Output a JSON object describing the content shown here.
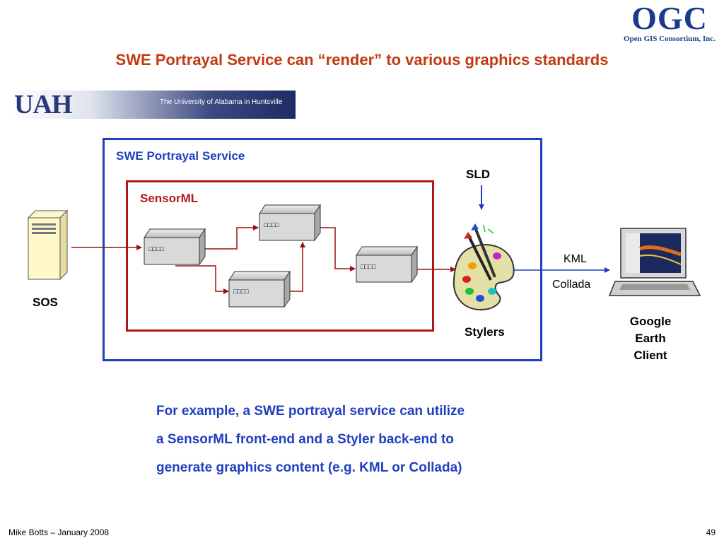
{
  "title": "SWE Portrayal Service can “render” to various graphics standards",
  "ogc_logo": {
    "big": "OGC",
    "sub": "Open GIS Consortium, Inc."
  },
  "uah_logo": {
    "big": "UAH",
    "sub": "The University of Alabama in Huntsville"
  },
  "diagram": {
    "outer_label": "SWE Portrayal Service",
    "inner_label": "SensorML",
    "process_chip_text": "□□□□",
    "sos_label": "SOS",
    "sld_label": "SLD",
    "stylers_label": "Stylers",
    "format_kml": "KML",
    "format_collada": "Collada",
    "client_label": [
      "Google",
      "Earth",
      "Client"
    ]
  },
  "caption": [
    "For example, a SWE portrayal service can utilize",
    "a SensorML front-end and a Styler back-end to",
    "generate graphics content (e.g. KML or Collada)"
  ],
  "footer": {
    "author": "Mike Botts – January 2008",
    "page": "49"
  },
  "colors": {
    "title": "#c23a0f",
    "outer_box": "#1f3fbf",
    "inner_box": "#b01818",
    "caption": "#1f3fbf"
  }
}
